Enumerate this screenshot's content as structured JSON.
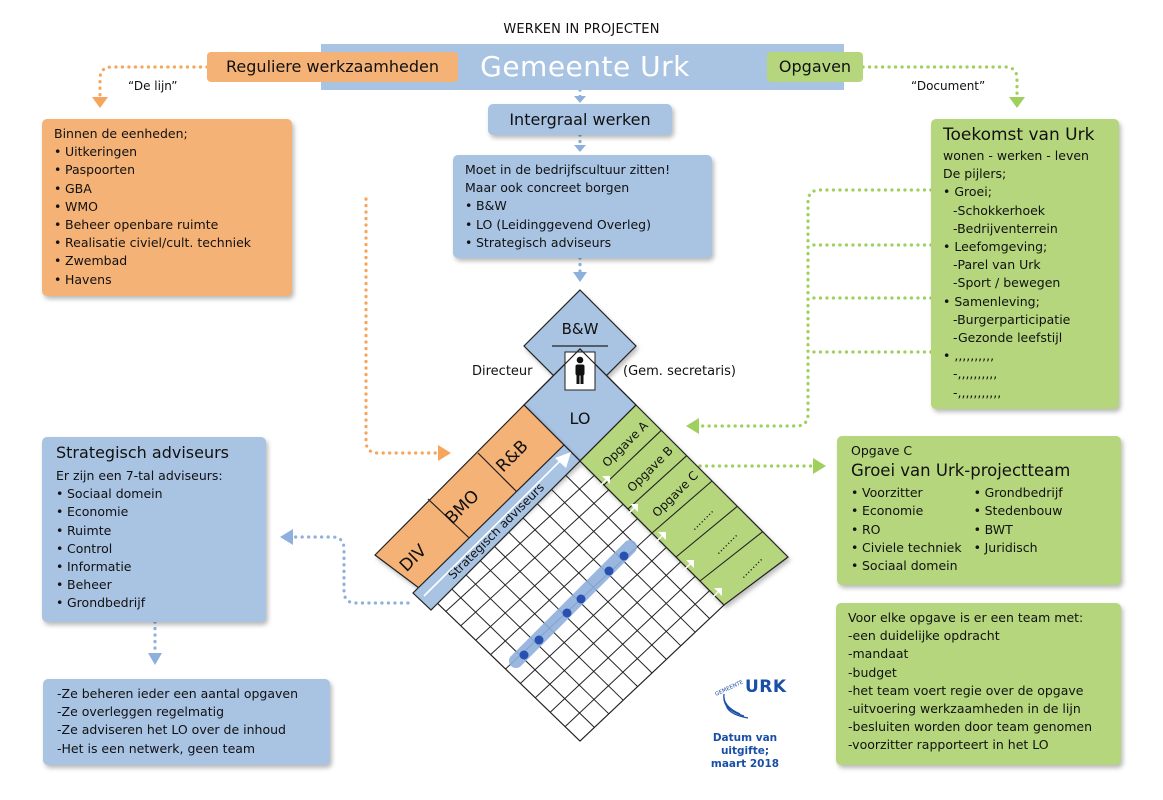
{
  "title": "WERKEN IN PROJECTEN",
  "banner": "Gemeente Urk",
  "reguliere": "Reguliere werkzaamheden",
  "opgaven": "Opgaven",
  "de_lijn": "“De lijn”",
  "document": "“Document”",
  "integraal": "Intergraal werken",
  "cultuur": {
    "lines": [
      "Moet in de bedrijfscultuur zitten!",
      "Maar ook concreet borgen"
    ],
    "items": [
      "B&W",
      "LO (Leidinggevend Overleg)",
      "Strategisch adviseurs"
    ]
  },
  "eenheden": {
    "head": "Binnen de eenheden;",
    "items": [
      "Uitkeringen",
      "Paspoorten",
      "GBA",
      "WMO",
      "Beheer openbare ruimte",
      "Realisatie civiel/cult. techniek",
      "Zwembad",
      "Havens"
    ]
  },
  "toekomst": {
    "head": "Toekomst van Urk",
    "lines": [
      "wonen - werken - leven",
      "De pijlers;",
      "• Groei;",
      " -Schokkerhoek",
      " -Bedrijventerrein",
      "• Leefomgeving;",
      " -Parel van Urk",
      " -Sport / bewegen",
      "• Samenleving;",
      " -Burgerparticipatie",
      " -Gezonde leefstijl",
      "• ,,,,,,,,,,",
      " -,,,,,,,,,,",
      " -,,,,,,,,,,,"
    ]
  },
  "strat": {
    "head": "Strategisch adviseurs",
    "sub": "Er zijn een 7-tal adviseurs:",
    "items": [
      "Sociaal domein",
      "Economie",
      "Ruimte",
      "Control",
      "Informatie",
      "Beheer",
      "Grondbedrijf"
    ]
  },
  "strat_note": [
    "-Ze beheren ieder een aantal opgaven",
    "-Ze overleggen regelmatig",
    "-Ze adviseren het LO over de inhoud",
    "-Het is een netwerk, geen team"
  ],
  "opgavec": {
    "head": "Opgave C",
    "title": "Groei van Urk-projectteam",
    "col1": [
      "Voorzitter",
      "Economie",
      "RO",
      "Civiele techniek",
      "Sociaal domein"
    ],
    "col2": [
      "Grondbedrijf",
      "Stedenbouw",
      "BWT",
      "Juridisch"
    ]
  },
  "team": [
    "Voor elke opgave is er een team met:",
    "-een duidelijke opdracht",
    "-mandaat",
    "-budget",
    "-het team voert regie over de opgave",
    "-uitvoering werkzaamheden in de lijn",
    "-besluiten worden door team genomen",
    "-voorzitter rapporteert in het LO"
  ],
  "diamond": {
    "bw": "B&W",
    "lo": "LO",
    "directeur": "Directeur",
    "gemsec": "(Gem. secretaris)",
    "units": [
      "DIV",
      "BMO",
      "R&B"
    ],
    "strat_label": "Strategisch adviseurs",
    "opgaven": [
      "Opgave A",
      "Opgave B",
      "Opgave C",
      "........",
      "........",
      "........"
    ]
  },
  "logo": {
    "name": "URK",
    "arc_text": "GEMEENTE",
    "date_lines": [
      "Datum van uitgifte;",
      "maart 2018"
    ]
  },
  "colors": {
    "blue": "#a9c3e3",
    "orange": "#f5b276",
    "green": "#b5d67c",
    "dark_blue": "#2850b0"
  }
}
